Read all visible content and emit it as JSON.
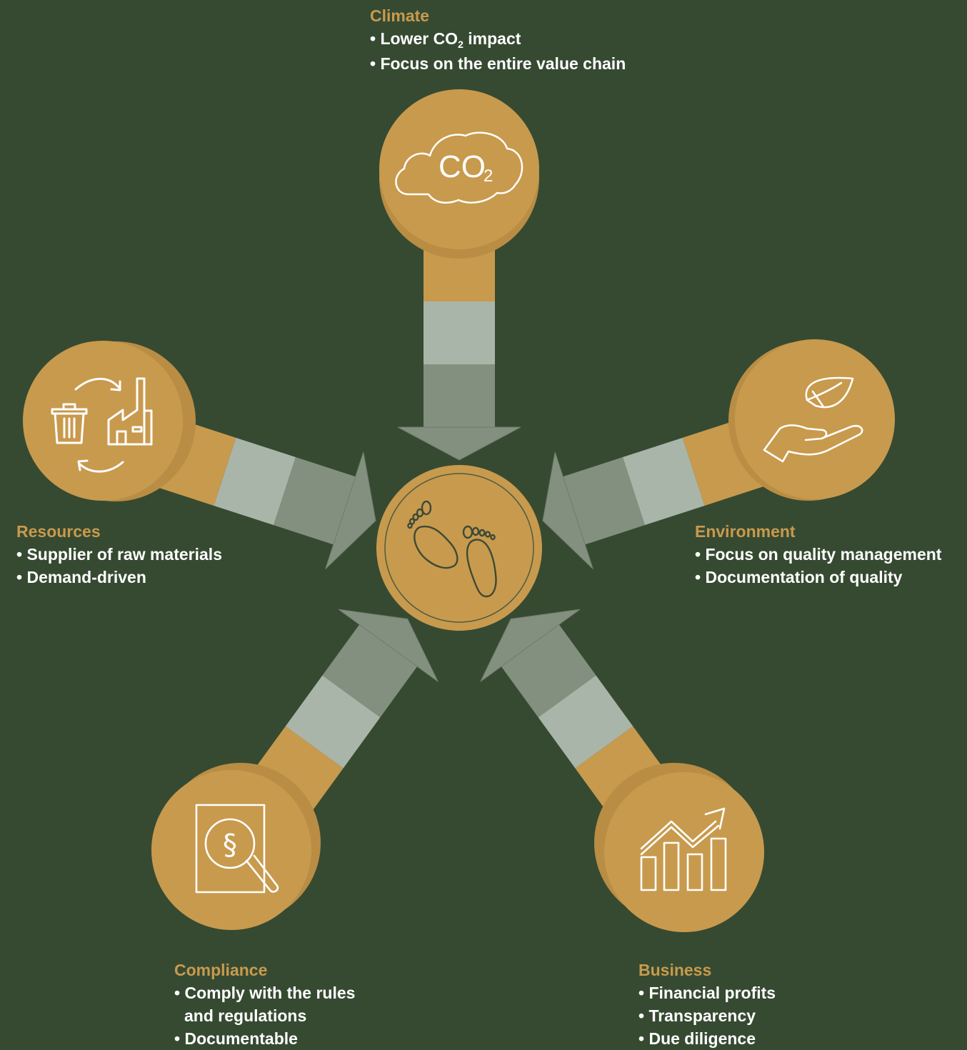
{
  "colors": {
    "background": "#364a32",
    "gold": "#c89a4d",
    "gold_dark": "#b98d44",
    "arrow_light": "#aab5a9",
    "arrow_dark": "#84907f",
    "heading": "#c89a4d",
    "text": "#ffffff"
  },
  "center": {
    "icon": "footprints-icon"
  },
  "nodes": {
    "climate": {
      "icon": "co2-cloud-icon",
      "icon_text": "CO",
      "icon_sub": "2",
      "heading": "Climate",
      "items": [
        "Lower CO",
        "Focus on the entire value chain"
      ],
      "item0_sub": "2",
      "item0_suffix": " impact"
    },
    "resources": {
      "icon": "recycle-trash-factory-icon",
      "heading": "Resources",
      "items": [
        "Supplier of raw materials",
        "Demand-driven"
      ]
    },
    "environment": {
      "icon": "leaf-hand-icon",
      "heading": "Environment",
      "items": [
        "Focus on quality management",
        "Documentation of quality"
      ]
    },
    "compliance": {
      "icon": "paragraph-search-document-icon",
      "icon_text": "§",
      "heading": "Compliance",
      "items": [
        "Comply with the rules",
        "and regulations",
        "Documentable"
      ]
    },
    "business": {
      "icon": "growth-chart-icon",
      "heading": "Business",
      "items": [
        "Financial profits",
        "Transparency",
        "Due diligence"
      ]
    }
  }
}
